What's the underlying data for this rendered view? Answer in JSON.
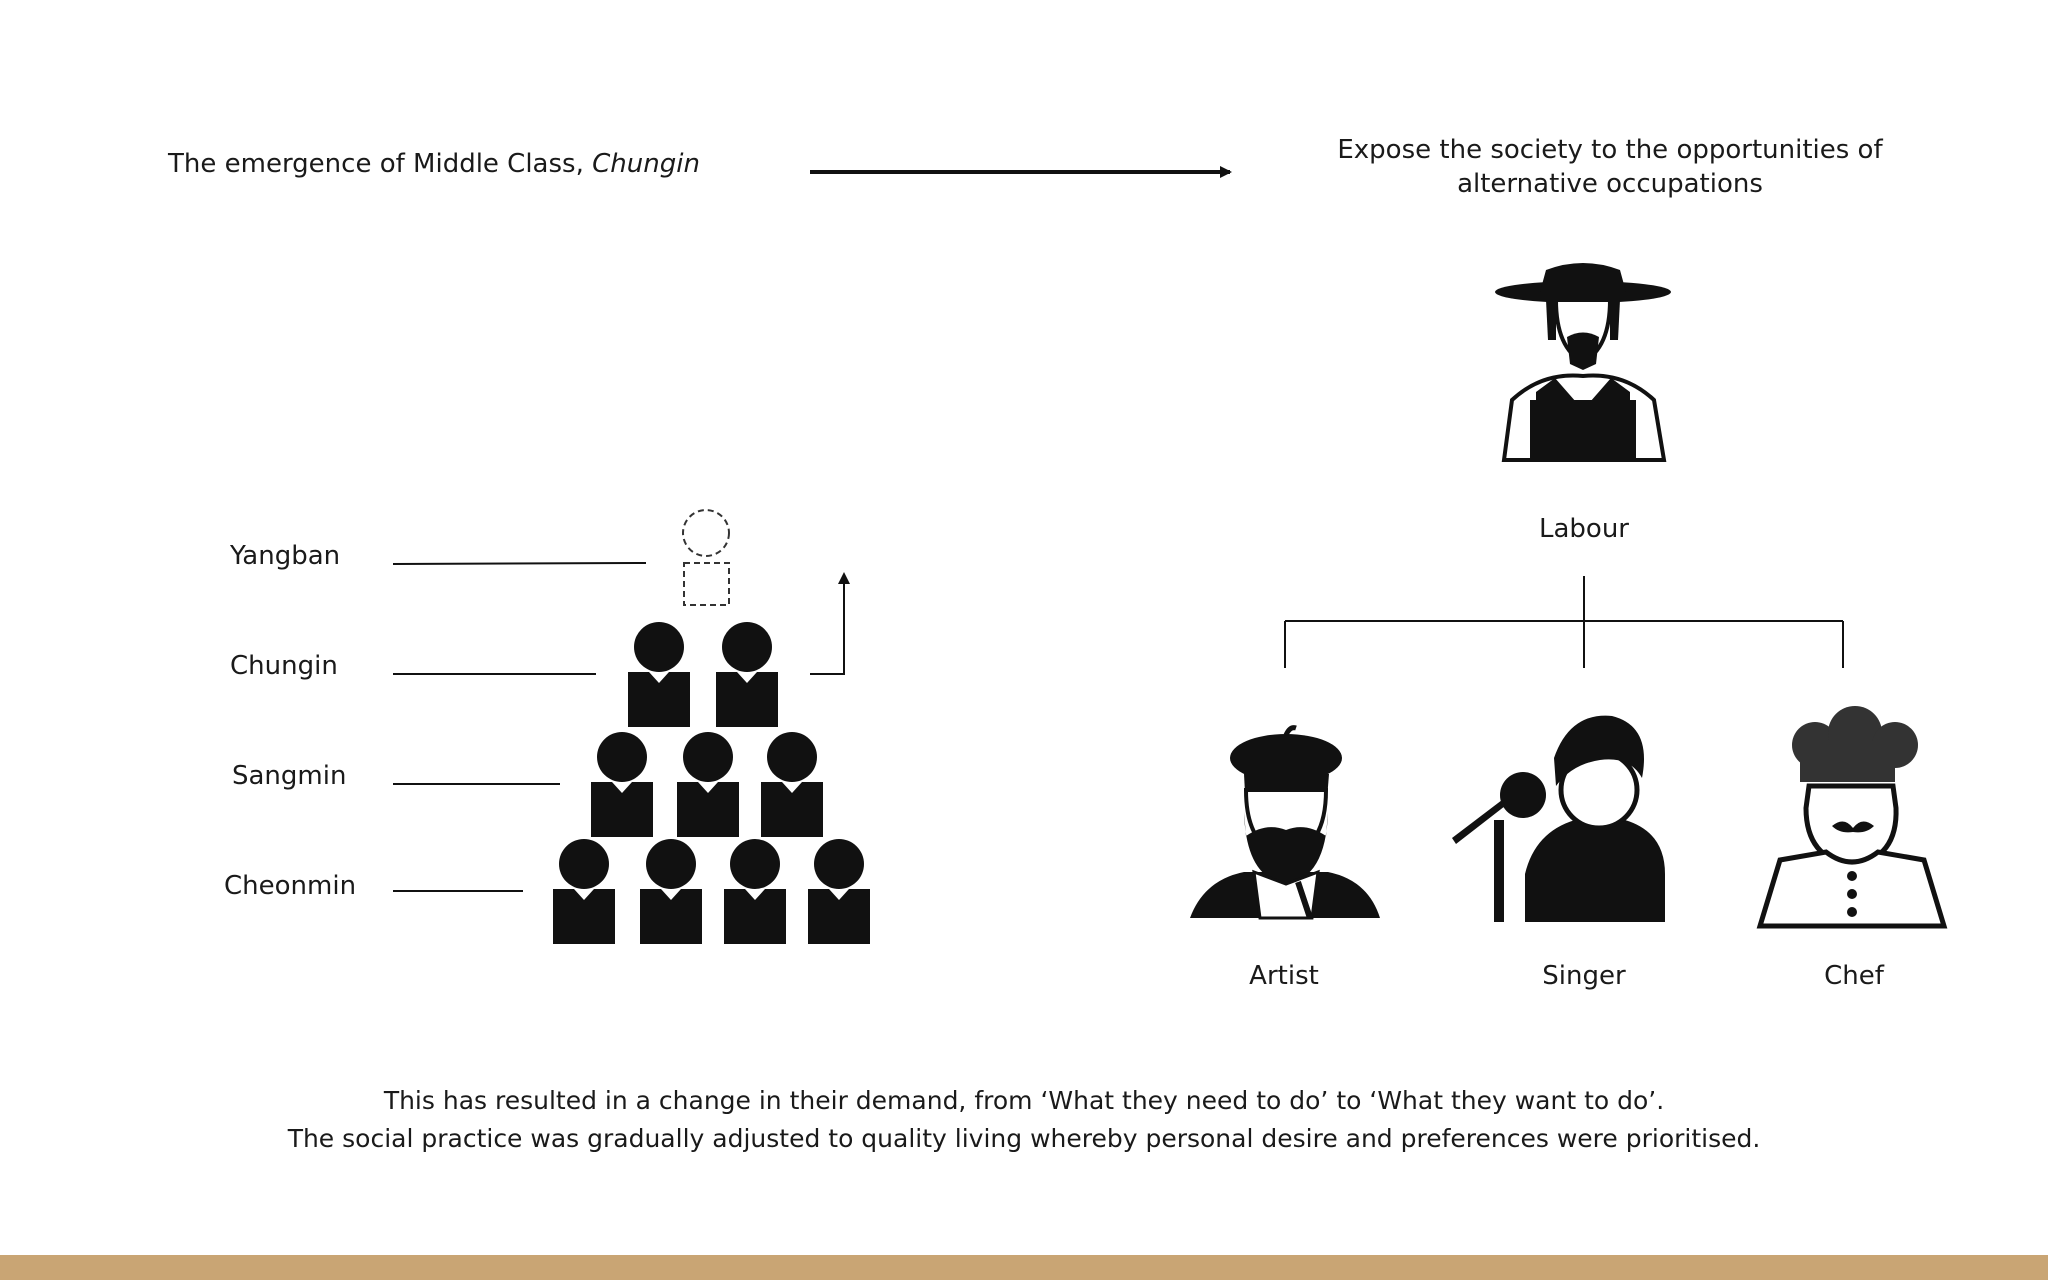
{
  "header": {
    "left_text_prefix": "The emergence of Middle Class, ",
    "left_text_italic": "Chungin",
    "right_text_line1": "Expose the society to the opportunities of",
    "right_text_line2": "alternative occupations"
  },
  "hierarchy": {
    "classes": [
      {
        "label": "Yangban"
      },
      {
        "label": "Chungin"
      },
      {
        "label": "Sangmin"
      },
      {
        "label": "Cheonmin"
      }
    ]
  },
  "occupations": {
    "root": "Labour",
    "children": [
      {
        "label": "Artist"
      },
      {
        "label": "Singer"
      },
      {
        "label": "Chef"
      }
    ]
  },
  "footer": {
    "line1": "This has resulted in a change in their demand, from ‘What they need to do’  to ‘What they want to do’.",
    "line2": "The social practice was gradually adjusted to quality living whereby personal desire and preferences were prioritised."
  },
  "colors": {
    "ink": "#111111",
    "accent_bar": "#c9a574"
  }
}
